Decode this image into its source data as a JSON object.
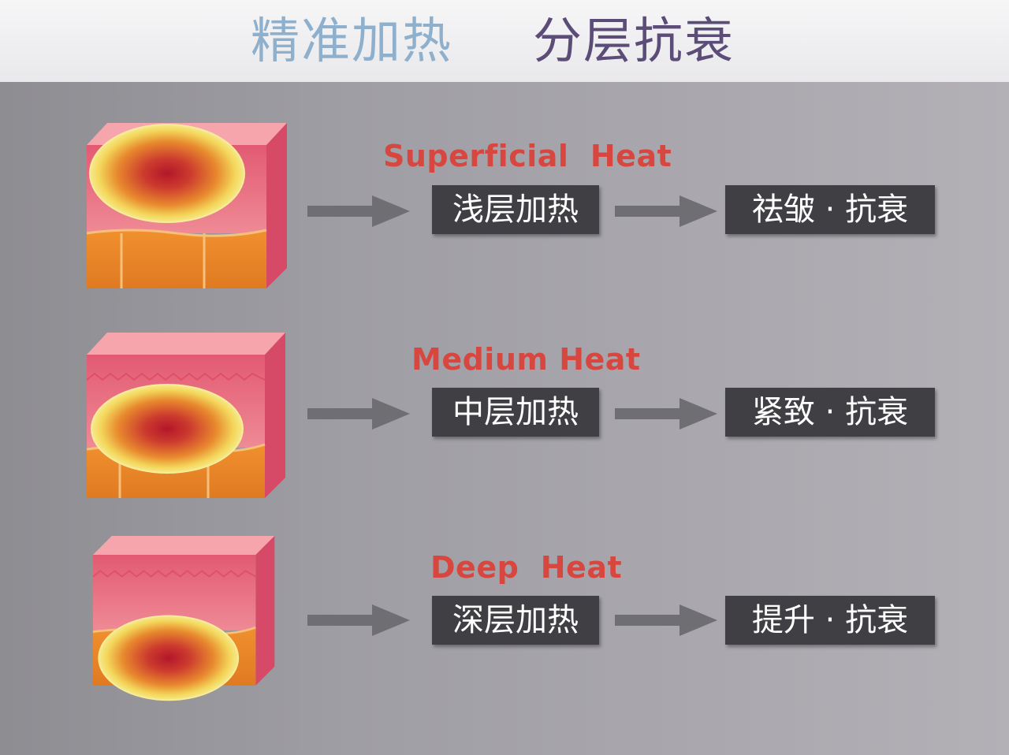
{
  "header": {
    "title_part1": "精准加热",
    "title_part2": "分层抗衰"
  },
  "rows": [
    {
      "heat_label_en": "Superficial  Heat",
      "heat_label_cn": "浅层加热",
      "result": "祛皱 · 抗衰"
    },
    {
      "heat_label_en": "Medium Heat",
      "heat_label_cn": "中层加热",
      "result": "紧致 · 抗衰"
    },
    {
      "heat_label_en": "Deep  Heat",
      "heat_label_cn": "深层加热",
      "result": "提升 · 抗衰"
    }
  ],
  "colors": {
    "title_light": "#8fb0cc",
    "title_dark": "#5b4d78",
    "heat_label": "#d8473f",
    "box_bg": "#3f3f44",
    "skin_top": "#e8637a",
    "skin_front": "#ec7a8a",
    "fat": "#e9862a",
    "heat_core": "#b3172a",
    "heat_halo": "#f3e36a",
    "arrow": "#6e6e73"
  }
}
